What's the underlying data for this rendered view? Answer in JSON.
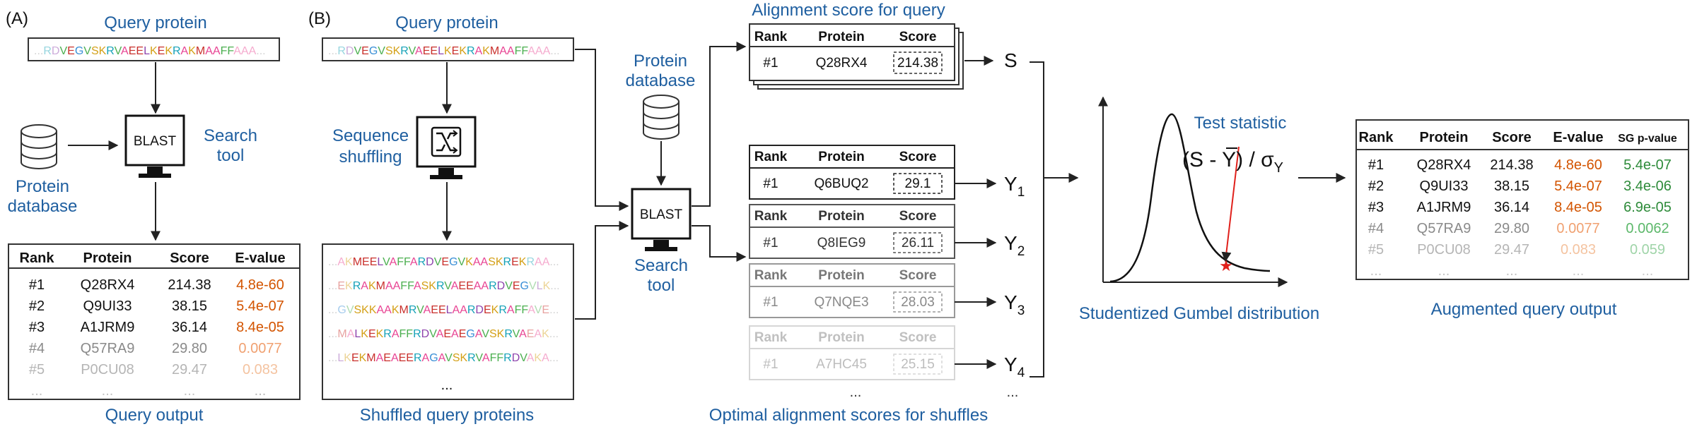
{
  "panel_a": {
    "tag": "(A)",
    "query_label": "Query protein",
    "db_label_1": "Protein",
    "db_label_2": "database",
    "blast": "BLAST",
    "tool_label_1": "Search",
    "tool_label_2": "tool",
    "output_label": "Query output",
    "table": {
      "headers": [
        "Rank",
        "Protein",
        "Score",
        "E-value"
      ],
      "rows": [
        [
          "#1",
          "Q28RX4",
          "214.38",
          "4.8e-60"
        ],
        [
          "#2",
          "Q9UI33",
          "38.15",
          "5.4e-07"
        ],
        [
          "#3",
          "A1JRM9",
          "36.14",
          "8.4e-05"
        ],
        [
          "#4",
          "Q57RA9",
          "29.80",
          "0.0077"
        ],
        [
          "#5",
          "P0CU08",
          "29.47",
          "0.083"
        ],
        [
          "...",
          "...",
          "...",
          "..."
        ]
      ]
    }
  },
  "panel_b": {
    "tag": "(B)",
    "query_label": "Query protein",
    "shuffle_label_1": "Sequence",
    "shuffle_label_2": "shuffling",
    "shuffled_label": "Shuffled query proteins",
    "shuffled_more": "...",
    "db_label_1": "Protein",
    "db_label_2": "database",
    "blast": "BLAST",
    "tool_label_1": "Search",
    "tool_label_2": "tool",
    "alignment_title": "Alignment score for query",
    "optimal_label": "Optimal alignment scores for shuffles",
    "query_table": {
      "headers": [
        "Rank",
        "Protein",
        "Score"
      ],
      "row": [
        "#1",
        "Q28RX4",
        "214.38"
      ]
    },
    "query_symbol": "S",
    "shuffle_tables": [
      {
        "row": [
          "#1",
          "Q6BUQ2",
          "29.1"
        ],
        "symbol": "Y",
        "sub": "1"
      },
      {
        "row": [
          "#1",
          "Q8IEG9",
          "26.11"
        ],
        "symbol": "Y",
        "sub": "2"
      },
      {
        "row": [
          "#1",
          "Q7NQE3",
          "28.03"
        ],
        "symbol": "Y",
        "sub": "3"
      },
      {
        "row": [
          "#1",
          "A7HC45",
          "25.15"
        ],
        "symbol": "Y",
        "sub": "4"
      }
    ],
    "more_dots": "...",
    "more_dots_y": "...",
    "test_statistic_label": "Test statistic",
    "formula_left": "(S - ",
    "formula_ybar": "Y",
    "formula_mid": ") / σ",
    "formula_sub": "Y",
    "dist_label": "Studentized Gumbel distribution",
    "augmented_label": "Augmented query output",
    "aug_table": {
      "headers": [
        "Rank",
        "Protein",
        "Score",
        "E-value",
        "SG p-value"
      ],
      "rows": [
        [
          "#1",
          "Q28RX4",
          "214.38",
          "4.8e-60",
          "5.4e-07"
        ],
        [
          "#2",
          "Q9UI33",
          "38.15",
          "5.4e-07",
          "3.4e-06"
        ],
        [
          "#3",
          "A1JRM9",
          "36.14",
          "8.4e-05",
          "6.9e-05"
        ],
        [
          "#4",
          "Q57RA9",
          "29.80",
          "0.0077",
          "0.0062"
        ],
        [
          "#5",
          "P0CU08",
          "29.47",
          "0.083",
          "0.059"
        ],
        [
          "...",
          "...",
          "...",
          "...",
          "..."
        ]
      ]
    }
  },
  "sequences": {
    "query": "...RDVEGVSKRVAEELKEKRAKMAAFFAAA...",
    "shuffled": [
      "...AKMEELVAFFARDVEGVKAASKREKRAA...",
      "...EKRAKMAAFFASKRVAEEAARDVEGVLK...",
      "...GVSKKAAKMRVAEELAARDEKRAFFAVE...",
      "...MALKEKRAFFRDVAEAEGAVSKRVAEAK...",
      "...LKEKMAEAEERAGAVSKRVAFFRDVAKA..."
    ]
  },
  "colors": {
    "label_blue": "#1f5fa0",
    "evalue_orange": "#d35400",
    "pvalue_green": "#2e8b3a",
    "star_red": "#e0201b",
    "gray_text": "#9a9a9a"
  }
}
